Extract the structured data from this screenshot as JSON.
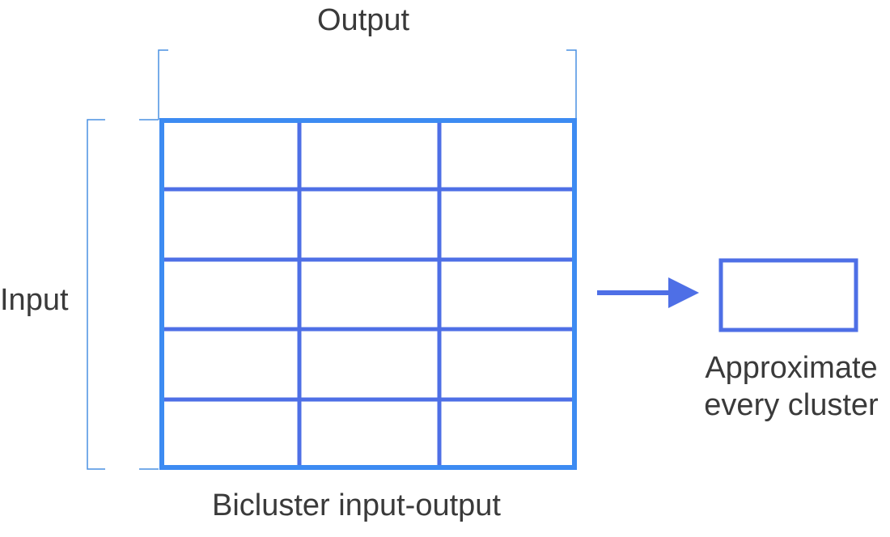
{
  "labels": {
    "output": "Output",
    "input": "Input",
    "caption": "Bicluster input-output",
    "approx_line1": "Approximate",
    "approx_line2": "every cluster"
  },
  "grid": {
    "rows": 5,
    "cols": 3
  },
  "colors": {
    "grid_border": "#3d8bf2",
    "grid_inner": "#4e6fe6",
    "bracket": "#4a90e2",
    "arrow": "#4e6fe6",
    "text": "#3a3a3a"
  }
}
